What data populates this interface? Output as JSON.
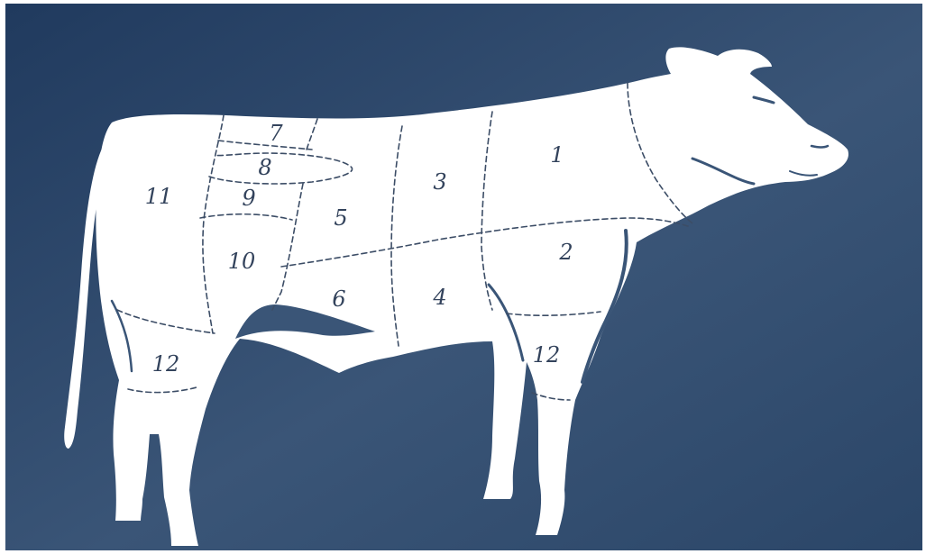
{
  "diagram": {
    "colors": {
      "background_dark": "#203a5e",
      "background_light": "#3a5577",
      "silhouette": "#ffffff",
      "lines": "#3c4d66"
    },
    "cuts": [
      {
        "id": "cut-1",
        "label": "1"
      },
      {
        "id": "cut-2",
        "label": "2"
      },
      {
        "id": "cut-3",
        "label": "3"
      },
      {
        "id": "cut-4",
        "label": "4"
      },
      {
        "id": "cut-5",
        "label": "5"
      },
      {
        "id": "cut-6",
        "label": "6"
      },
      {
        "id": "cut-7",
        "label": "7"
      },
      {
        "id": "cut-8",
        "label": "8"
      },
      {
        "id": "cut-9",
        "label": "9"
      },
      {
        "id": "cut-10",
        "label": "10"
      },
      {
        "id": "cut-11",
        "label": "11"
      },
      {
        "id": "cut-12-hind",
        "label": "12"
      },
      {
        "id": "cut-12-fore",
        "label": "12"
      }
    ]
  }
}
